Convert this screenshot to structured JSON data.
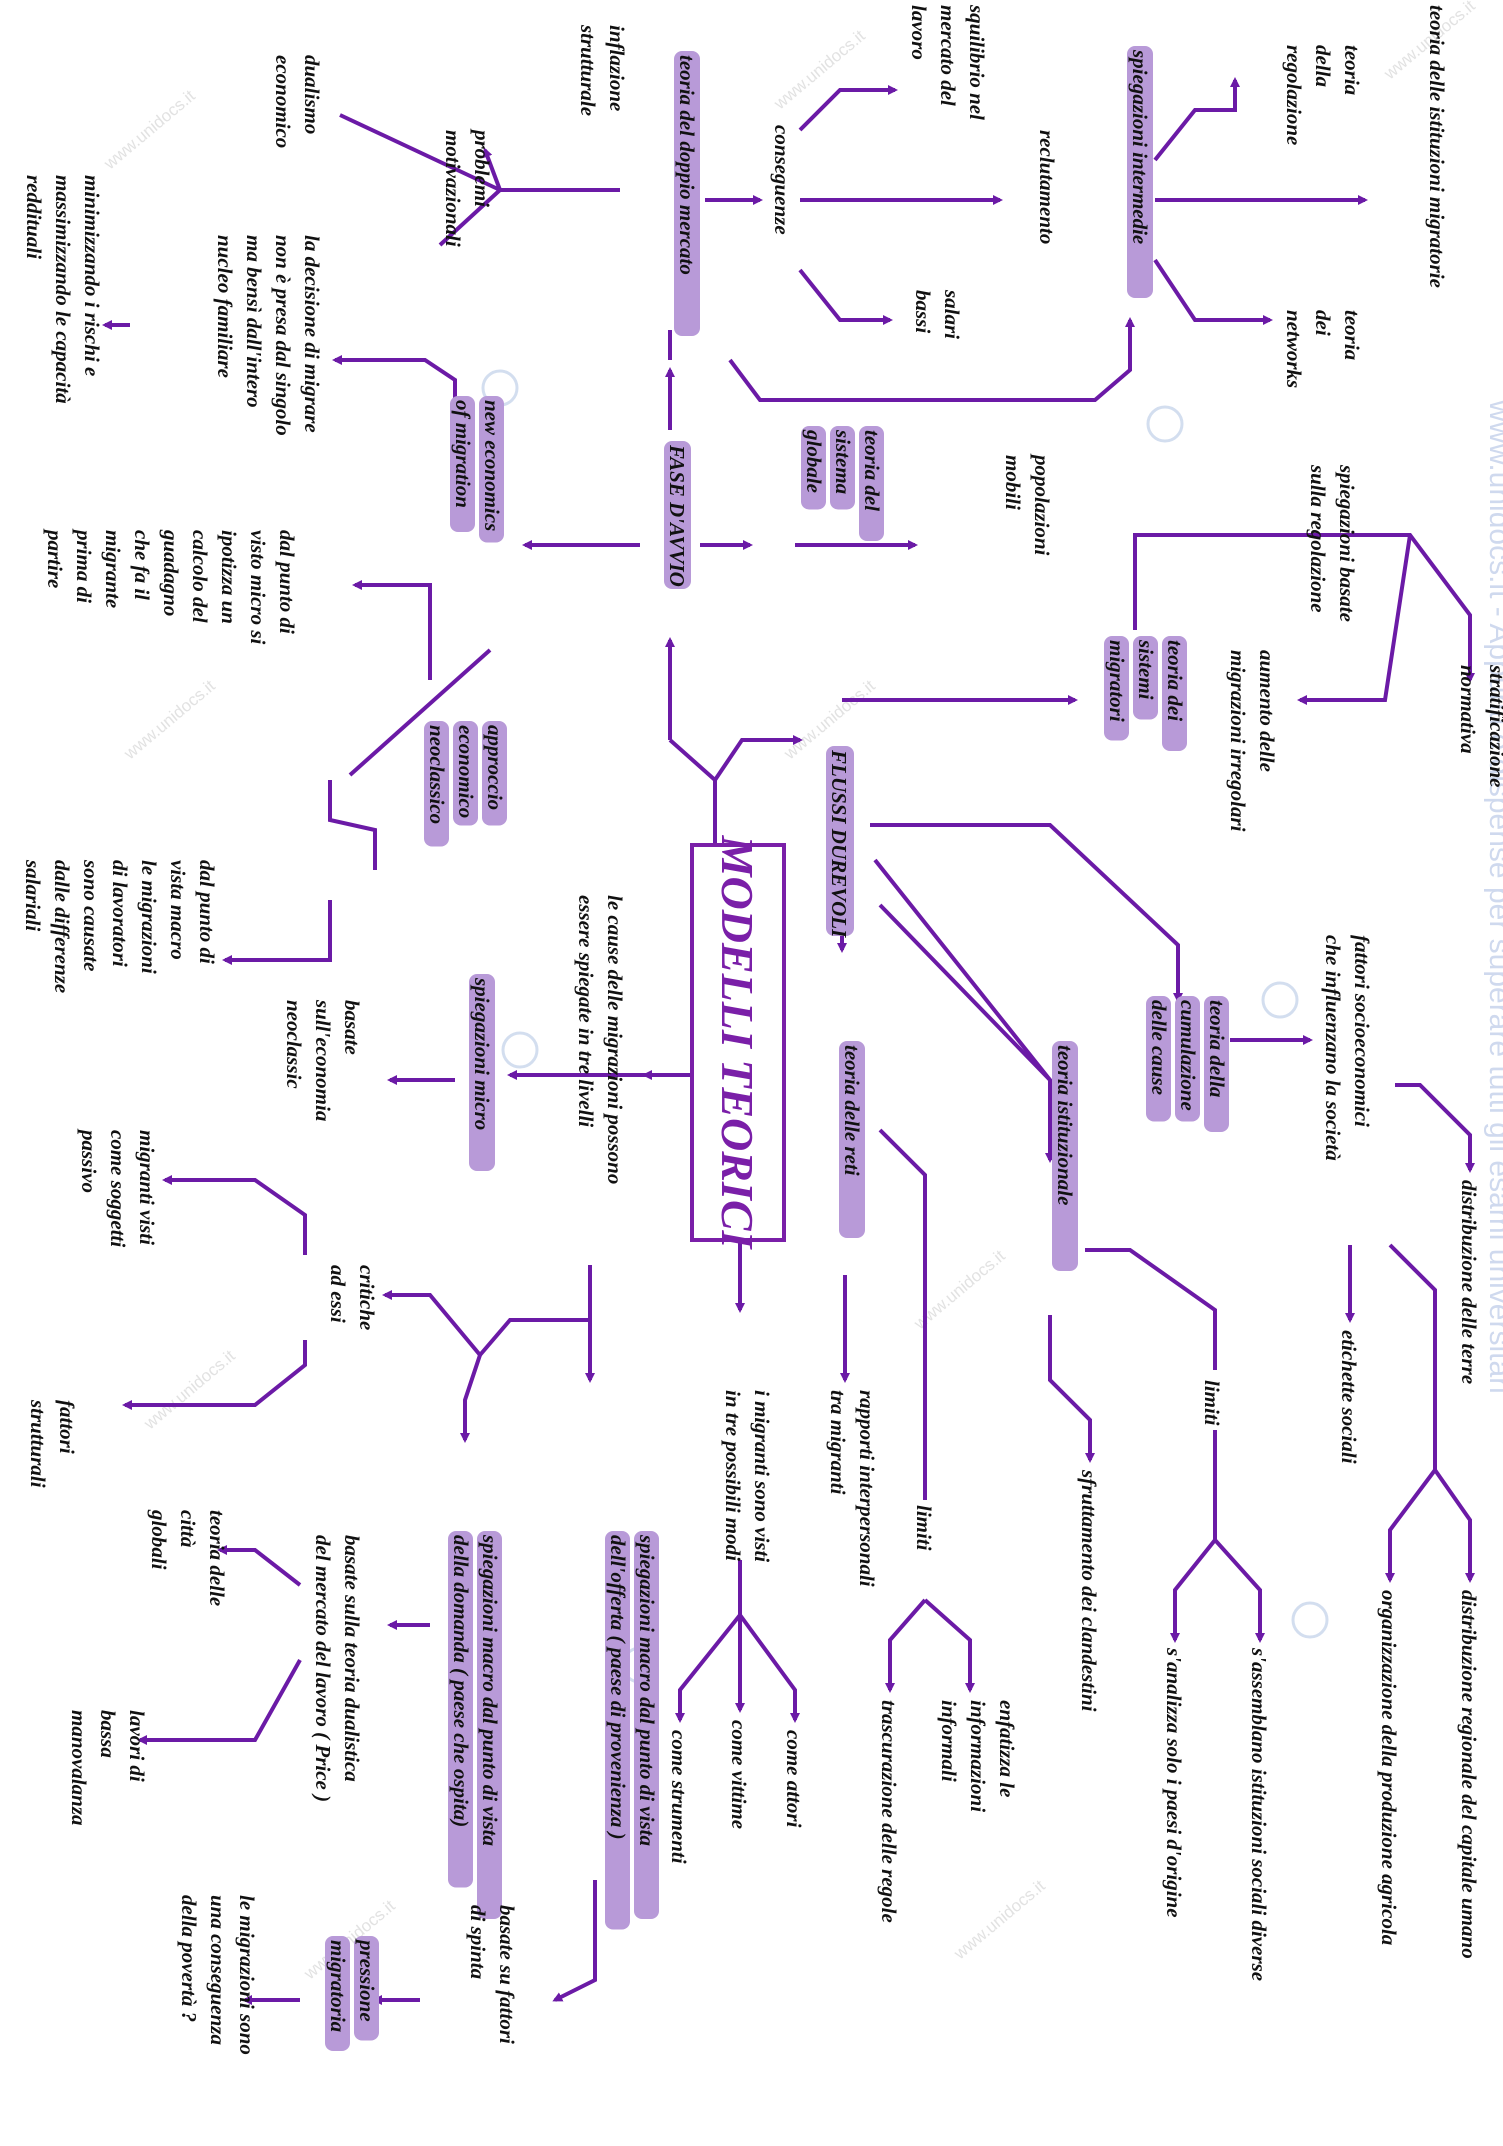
{
  "title": "MODELLI TEORICI",
  "watermark": {
    "main": "www.unidocs.it - Appunti e dispense per superare tutti gli esami universitari",
    "small": "www.unidocs.it"
  },
  "colors": {
    "line": "#6b1aa6",
    "highlight": "#b89ad8",
    "title": "#7a1fa8",
    "text": "#111111"
  },
  "nodes": {
    "flussi": "FLUSSI DUREVOLI",
    "fase": "FASE D'AVVIO",
    "teoria_reti": "teoria delle reti",
    "istituzionale": "teoria istituzionale",
    "cumulazione": [
      "teoria della",
      "cumulazione",
      "delle cause"
    ],
    "sistemi": [
      "teoria dei",
      "sistemi",
      "migratori"
    ],
    "sistema_globale": [
      "teoria del",
      "sistema",
      "globale"
    ],
    "new_economics": [
      "new economics",
      "of migration"
    ],
    "approccio": [
      "approccio",
      "economico",
      "neoclassico"
    ],
    "doppio_mercato": "teoria del doppio mercato",
    "intermedie": "spiegazioni intermedie",
    "micro": "spiegazioni micro",
    "macro_offerta": [
      "spiegazioni macro dal punto di vista",
      "dell'offerta ( paese di provenienza )"
    ],
    "macro_domanda": [
      "spiegazioni macro dal punto di vista",
      "della domanda ( paese che ospita)"
    ],
    "pressione": [
      "pressione",
      "migratoria"
    ]
  },
  "texts": {
    "stratificazione": [
      "stratificazione",
      "normativa"
    ],
    "spieg_regolazione": [
      "spiegazioni basate",
      "sulla regolazione"
    ],
    "aumento_irregolari": [
      "aumento delle",
      "migrazioni irregolari"
    ],
    "fattori_socio": [
      "fattori socioeconomici",
      "che influenzano la società"
    ],
    "distribuzione_terre": "distribuzione delle terre",
    "etichette": "etichette sociali",
    "distrib_capitale": "distribuzione regionale del capitale umano",
    "organizzazione_agricola": "organizzazione della produzione agricola",
    "limiti_ist": "limiti",
    "assemblano": "s'assemblano istituzioni sociali diverse",
    "analizza_paesi": "s'analizza solo i paesi d'origine",
    "sfruttamento": "sfruttamento dei clandestini",
    "rapporti": [
      "rapporti interpersonali",
      "tra migranti"
    ],
    "limiti_reti": "limiti",
    "enfatizza": [
      "enfatizza le",
      "informazioni",
      "informali"
    ],
    "trascurazione": "trascurazione delle regole",
    "visti_modi": [
      "i migranti sono visti",
      "in tre possibili modi"
    ],
    "attori": "come attori",
    "vittime": "come vittime",
    "strumenti": "come strumenti",
    "cause_livelli": [
      "le cause delle migrazioni possono",
      "essere spiegate in tre livelli"
    ],
    "basate_neoclassic": [
      "basate",
      "sull'economia",
      "neoclassic"
    ],
    "critiche": [
      "critiche",
      "ad essi"
    ],
    "migranti_passivi": [
      "migranti visti",
      "come soggetti",
      "passivo"
    ],
    "fattori_crit": [
      "fattori",
      "strutturali"
    ],
    "fattori_spinta": [
      "basate su fattori",
      "di spinta"
    ],
    "conseguenza_poverta": [
      "le migrazioni sono",
      "una conseguenza",
      "della povertà ?"
    ],
    "teoria_dualistica": [
      "basate sulla teoria dualistica",
      "del mercato del lavoro ( Price )"
    ],
    "citta_globali": [
      "teoria delle",
      "città",
      "globali"
    ],
    "lavori_bassa": [
      "lavori di",
      "bassa",
      "manovalanza"
    ],
    "istituzioni_migratorie": "teoria delle istituzioni migratorie",
    "teoria_regolazione": [
      "teoria",
      "della",
      "regolazione"
    ],
    "teoria_networks": [
      "teoria",
      "dei",
      "networks"
    ],
    "reclutamento": "reclutamento",
    "conseguenze": "conseguenze",
    "squilibrio": [
      "squilibrio nel",
      "mercato del",
      "lavoro"
    ],
    "salari_bassi": [
      "salari",
      "bassi"
    ],
    "inflazione": [
      "inflazione",
      "strutturale"
    ],
    "problemi": [
      "problemi",
      "motivazionali"
    ],
    "dualismo": [
      "dualismo",
      "economico"
    ],
    "popolazioni_mobili": [
      "popolazioni",
      "mobili"
    ],
    "decisione": [
      "la decisione di migrare",
      "non è presa dal singolo",
      "ma bensì dall'intero",
      "nucleo familiare"
    ],
    "minimizzando": [
      "minimizzando i rischi e",
      "massimizzando le capacità",
      "reddituali"
    ],
    "punto_micro": [
      "dal punto di",
      "visto micro si",
      "ipotizza un",
      "calcolo del",
      "guadagno",
      "che fa il",
      "migrante",
      "prima di",
      "partire"
    ],
    "punto_macro": [
      "dal punto di",
      "vista macro",
      "le migrazioni",
      "di lavoratori",
      "sono causate",
      "dalle differenze",
      "salariali"
    ]
  }
}
